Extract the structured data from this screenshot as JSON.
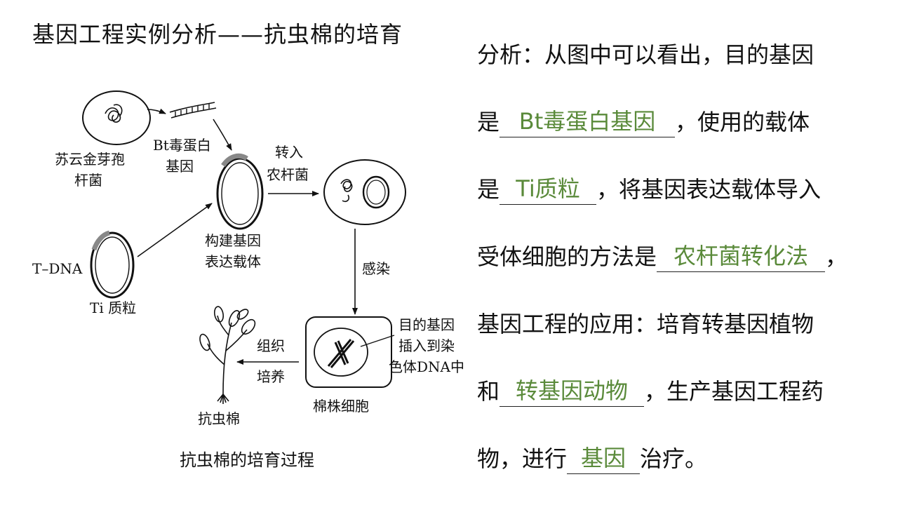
{
  "slide": {
    "title": "基因工程实例分析——抗虫棉的培育",
    "caption": "抗虫棉的培育过程"
  },
  "diagram": {
    "labels": {
      "su_yun_jin_1": "苏云金芽孢",
      "su_yun_jin_2": "杆菌",
      "bt_gene_1": "Bt毒蛋白",
      "bt_gene_2": "基因",
      "zhuan_ru": "转入",
      "nong_gan_jun": "农杆菌",
      "gou_jian_1": "构建基因",
      "gou_jian_2": "表达载体",
      "t_dna": "T–DNA",
      "ti_plasmid": "Ti 质粒",
      "gan_ran": "感染",
      "target_gene_1": "目的基因",
      "target_gene_2": "插入到染",
      "target_gene_3": "色体DNA中",
      "zu_zhi": "组织",
      "pei_yang": "培养",
      "kang_chong_mian": "抗虫棉",
      "mian_zhu_xi_bao": "棉株细胞"
    }
  },
  "analysis": {
    "line1": "分析：从图中可以看出，目的基因",
    "line2_pre": "是",
    "answer1": "Bt毒蛋白基因",
    "line2_post": "，使用的载体",
    "line3_pre": "是",
    "answer2": "Ti质粒",
    "line3_post": "，将基因表达载体导入",
    "line4_pre": "受体细胞的方法是",
    "answer3": "农杆菌转化法",
    "line4_post": "，",
    "line5": "基因工程的应用：培育转基因植物",
    "line6_pre": "和",
    "answer4": "转基因动物",
    "line6_post": "，生产基因工程药",
    "line7_pre": "物，进行",
    "answer5": "基因",
    "line7_post": "治疗。"
  },
  "colors": {
    "answer": "#5a8a3a"
  }
}
